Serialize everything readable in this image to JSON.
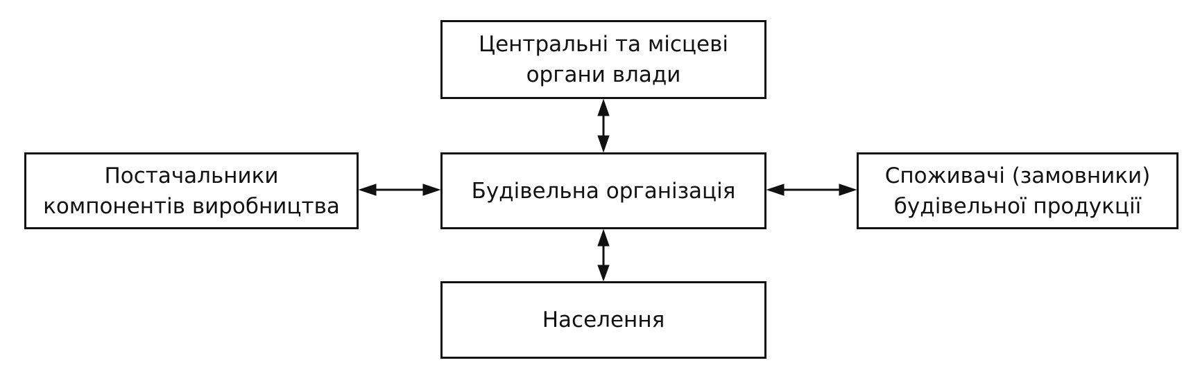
{
  "diagram": {
    "nodes": {
      "top": {
        "lines": [
          "Центральні та місцеві",
          "органи влади"
        ]
      },
      "center": {
        "lines": [
          "Будівельна організація"
        ]
      },
      "bottom": {
        "lines": [
          "Населення"
        ]
      },
      "left": {
        "lines": [
          "Постачальники",
          "компонентів виробництва"
        ]
      },
      "right": {
        "lines": [
          "Споживачі (замовники)",
          "будівельної продукції"
        ]
      }
    },
    "edges": [
      {
        "from": "center",
        "to": "top",
        "direction": "bidirectional"
      },
      {
        "from": "center",
        "to": "bottom",
        "direction": "bidirectional"
      },
      {
        "from": "center",
        "to": "left",
        "direction": "bidirectional"
      },
      {
        "from": "center",
        "to": "right",
        "direction": "bidirectional"
      }
    ],
    "colors": {
      "stroke": "#111111",
      "background": "#ffffff"
    }
  }
}
